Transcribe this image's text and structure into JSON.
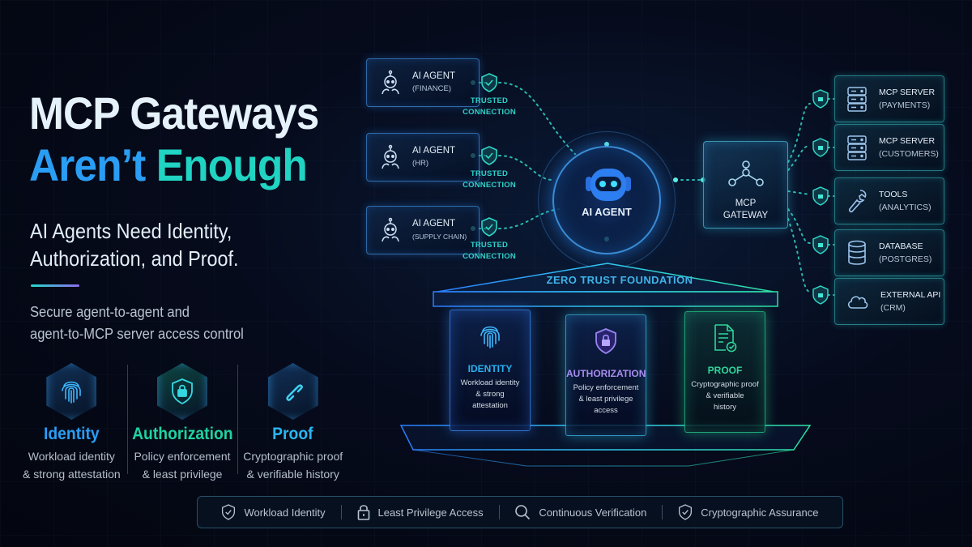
{
  "hero": {
    "title_line1": "MCP Gateways",
    "title_line2a": "Aren’t",
    "title_line2b": "Enough",
    "subtitle_line1": "AI Agents Need Identity,",
    "subtitle_line2": "Authorization, and Proof.",
    "description_line1": "Secure agent-to-agent and",
    "description_line2": "agent-to-MCP server access control"
  },
  "pillars": [
    {
      "title": "Identity",
      "desc_line1": "Workload identity",
      "desc_line2": "& strong attestation",
      "icon": "fingerprint-icon",
      "color": "#2a9df4"
    },
    {
      "title": "Authorization",
      "desc_line1": "Policy enforcement",
      "desc_line2": "& least privilege",
      "icon": "shield-lock-icon",
      "color": "#20d3a0"
    },
    {
      "title": "Proof",
      "desc_line1": "Cryptographic proof",
      "desc_line2": "& verifiable history",
      "icon": "chain-link-icon",
      "color": "#2ab6f0"
    }
  ],
  "agents": [
    {
      "label": "AI AGENT",
      "sub": "(FINANCE)"
    },
    {
      "label": "AI AGENT",
      "sub": "(HR)"
    },
    {
      "label": "AI AGENT",
      "sub": "(SUPPLY CHAIN)"
    }
  ],
  "trusted": {
    "line1": "TRUSTED",
    "line2": "CONNECTION"
  },
  "hub": {
    "label": "AI AGENT"
  },
  "gateway": {
    "line1": "MCP",
    "line2": "GATEWAY"
  },
  "servers": [
    {
      "label": "MCP SERVER",
      "sub": "(PAYMENTS)",
      "icon": "server-icon"
    },
    {
      "label": "MCP SERVER",
      "sub": "(CUSTOMERS)",
      "icon": "server-icon"
    },
    {
      "label": "TOOLS",
      "sub": "(ANALYTICS)",
      "icon": "wrench-icon"
    },
    {
      "label": "DATABASE",
      "sub": "(POSTGRES)",
      "icon": "database-icon"
    },
    {
      "label": "EXTERNAL API",
      "sub": "(CRM)",
      "icon": "cloud-icon"
    }
  ],
  "foundation": {
    "label": "ZERO TRUST FOUNDATION",
    "columns": [
      {
        "title": "IDENTITY",
        "d1": "Workload identity",
        "d2": "& strong",
        "d3": "attestation",
        "color": "#2ab0f0"
      },
      {
        "title": "AUTHORIZATION",
        "d1": "Policy enforcement",
        "d2": "& least privilege",
        "d3": "access",
        "color": "#a88cf0"
      },
      {
        "title": "PROOF",
        "d1": "Cryptographic proof",
        "d2": "& verifiable",
        "d3": "history",
        "color": "#2ed69a"
      }
    ]
  },
  "bottom_bar": [
    {
      "label": "Workload Identity",
      "icon": "shield-check-icon"
    },
    {
      "label": "Least Privilege Access",
      "icon": "lock-icon"
    },
    {
      "label": "Continuous Verification",
      "icon": "magnifier-icon"
    },
    {
      "label": "Cryptographic Assurance",
      "icon": "shield-check-icon"
    }
  ]
}
